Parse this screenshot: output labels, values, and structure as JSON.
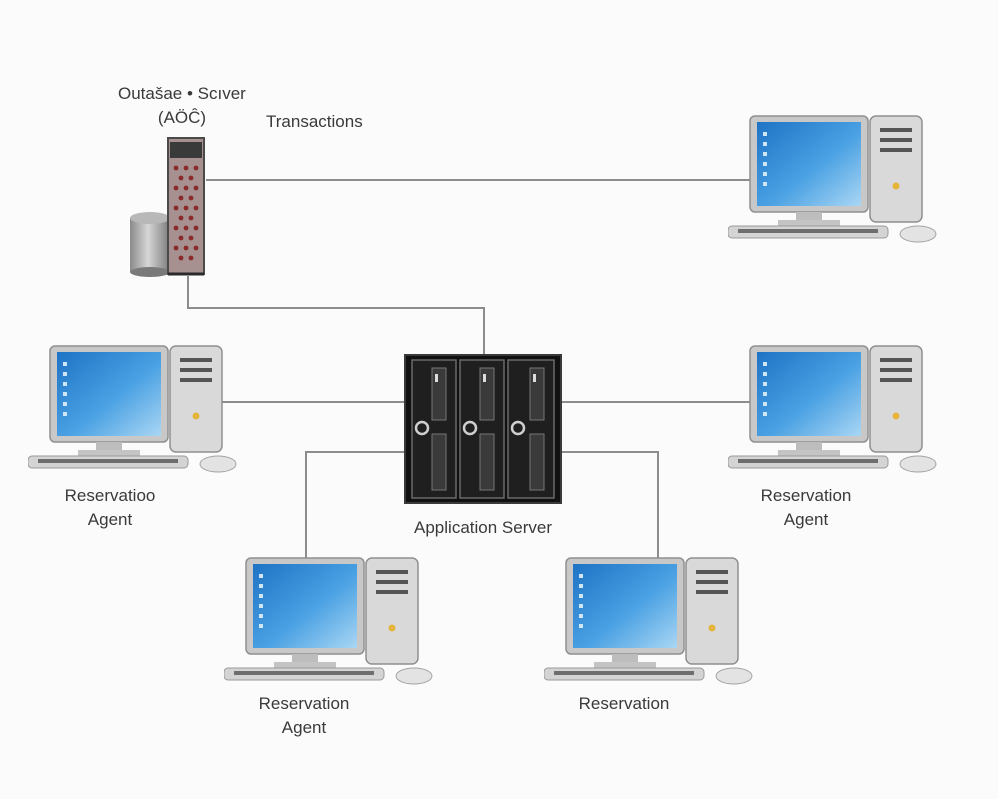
{
  "database_server": {
    "name_line1": "Outašae • Scıver",
    "name_line2": "(AÖĈ)",
    "link_label": "Transactions"
  },
  "application_server": {
    "label": "Application Server"
  },
  "agents": [
    {
      "label_line1": "",
      "label_line2": ""
    },
    {
      "label_line1": "Reservatioo",
      "label_line2": "Agent"
    },
    {
      "label_line1": "Reservation",
      "label_line2": "Agent"
    },
    {
      "label_line1": "Reservation",
      "label_line2": "Agent"
    },
    {
      "label_line1": "Reservation",
      "label_line2": ""
    }
  ],
  "colors": {
    "line": "#8c8c8c",
    "screen": "#3a8fd6",
    "server_body": "#1c1c1c",
    "case": "#d9d9d9"
  },
  "icons": [
    "database-server-icon",
    "database-cylinder-icon",
    "application-server-icon",
    "computer-icon"
  ]
}
